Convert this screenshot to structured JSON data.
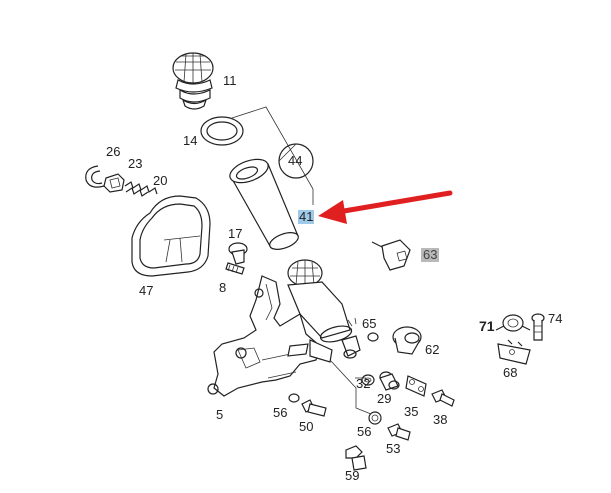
{
  "diagram": {
    "labels": {
      "l5": "5",
      "l8": "8",
      "l11": "11",
      "l14": "14",
      "l17": "17",
      "l20": "20",
      "l23": "23",
      "l26": "26",
      "l29": "29",
      "l32": "32",
      "l35": "35",
      "l38": "38",
      "l41": "41",
      "l44": "44",
      "l47": "47",
      "l50": "50",
      "l53": "53",
      "l56a": "56",
      "l56b": "56",
      "l59": "59",
      "l62": "62",
      "l63": "63",
      "l65": "65",
      "l68": "68",
      "l71": "71",
      "l74": "74"
    },
    "colors": {
      "arrow": "#e02020",
      "highlight_41": "#9ec9e8",
      "highlight_63": "#b9b9b9",
      "linework": "#222222"
    }
  }
}
